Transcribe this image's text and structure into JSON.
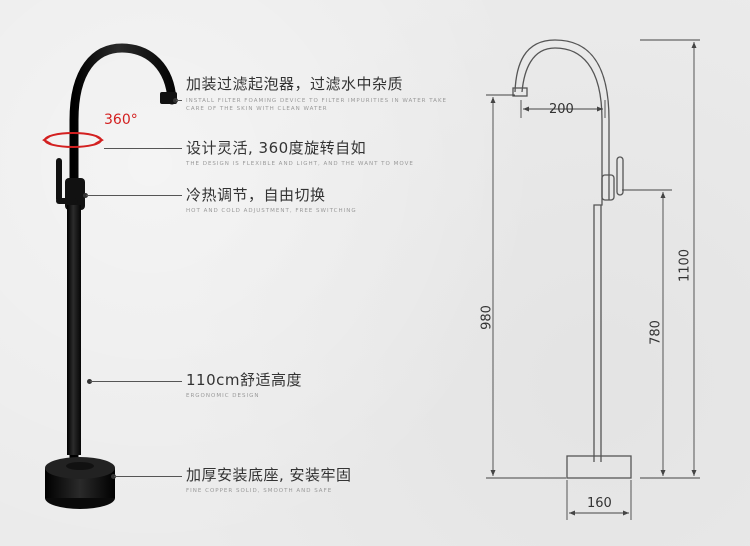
{
  "features": [
    {
      "title": "加装过滤起泡器，过滤水中杂质",
      "subtitle": "INSTALL FILTER FOAMING DEVICE TO FILTER IMPURITIES IN WATER TAKE CARE OF THE SKIN WITH CLEAN WATER"
    },
    {
      "title": "设计灵活, 360度旋转自如",
      "subtitle": "THE DESIGN IS FLEXIBLE AND LIGHT, AND THE WANT TO MOVE"
    },
    {
      "title": "冷热调节，自由切换",
      "subtitle": "HOT AND COLD ADJUSTMENT, FREE SWITCHING"
    },
    {
      "title": "110cm舒适高度",
      "subtitle": "ERGONOMIC DESIGN"
    },
    {
      "title": "加厚安装底座, 安装牢固",
      "subtitle": "FINE COPPER SOLID, SMOOTH AND SAFE"
    }
  ],
  "rotation_label": "360°",
  "dimensions": {
    "spout_reach": "200",
    "total_height": "1100",
    "floor_to_spout": "980",
    "handle_height": "780",
    "base_diameter": "160"
  },
  "colors": {
    "faucet": "#141414",
    "accent": "#d32020",
    "line": "#444444"
  }
}
